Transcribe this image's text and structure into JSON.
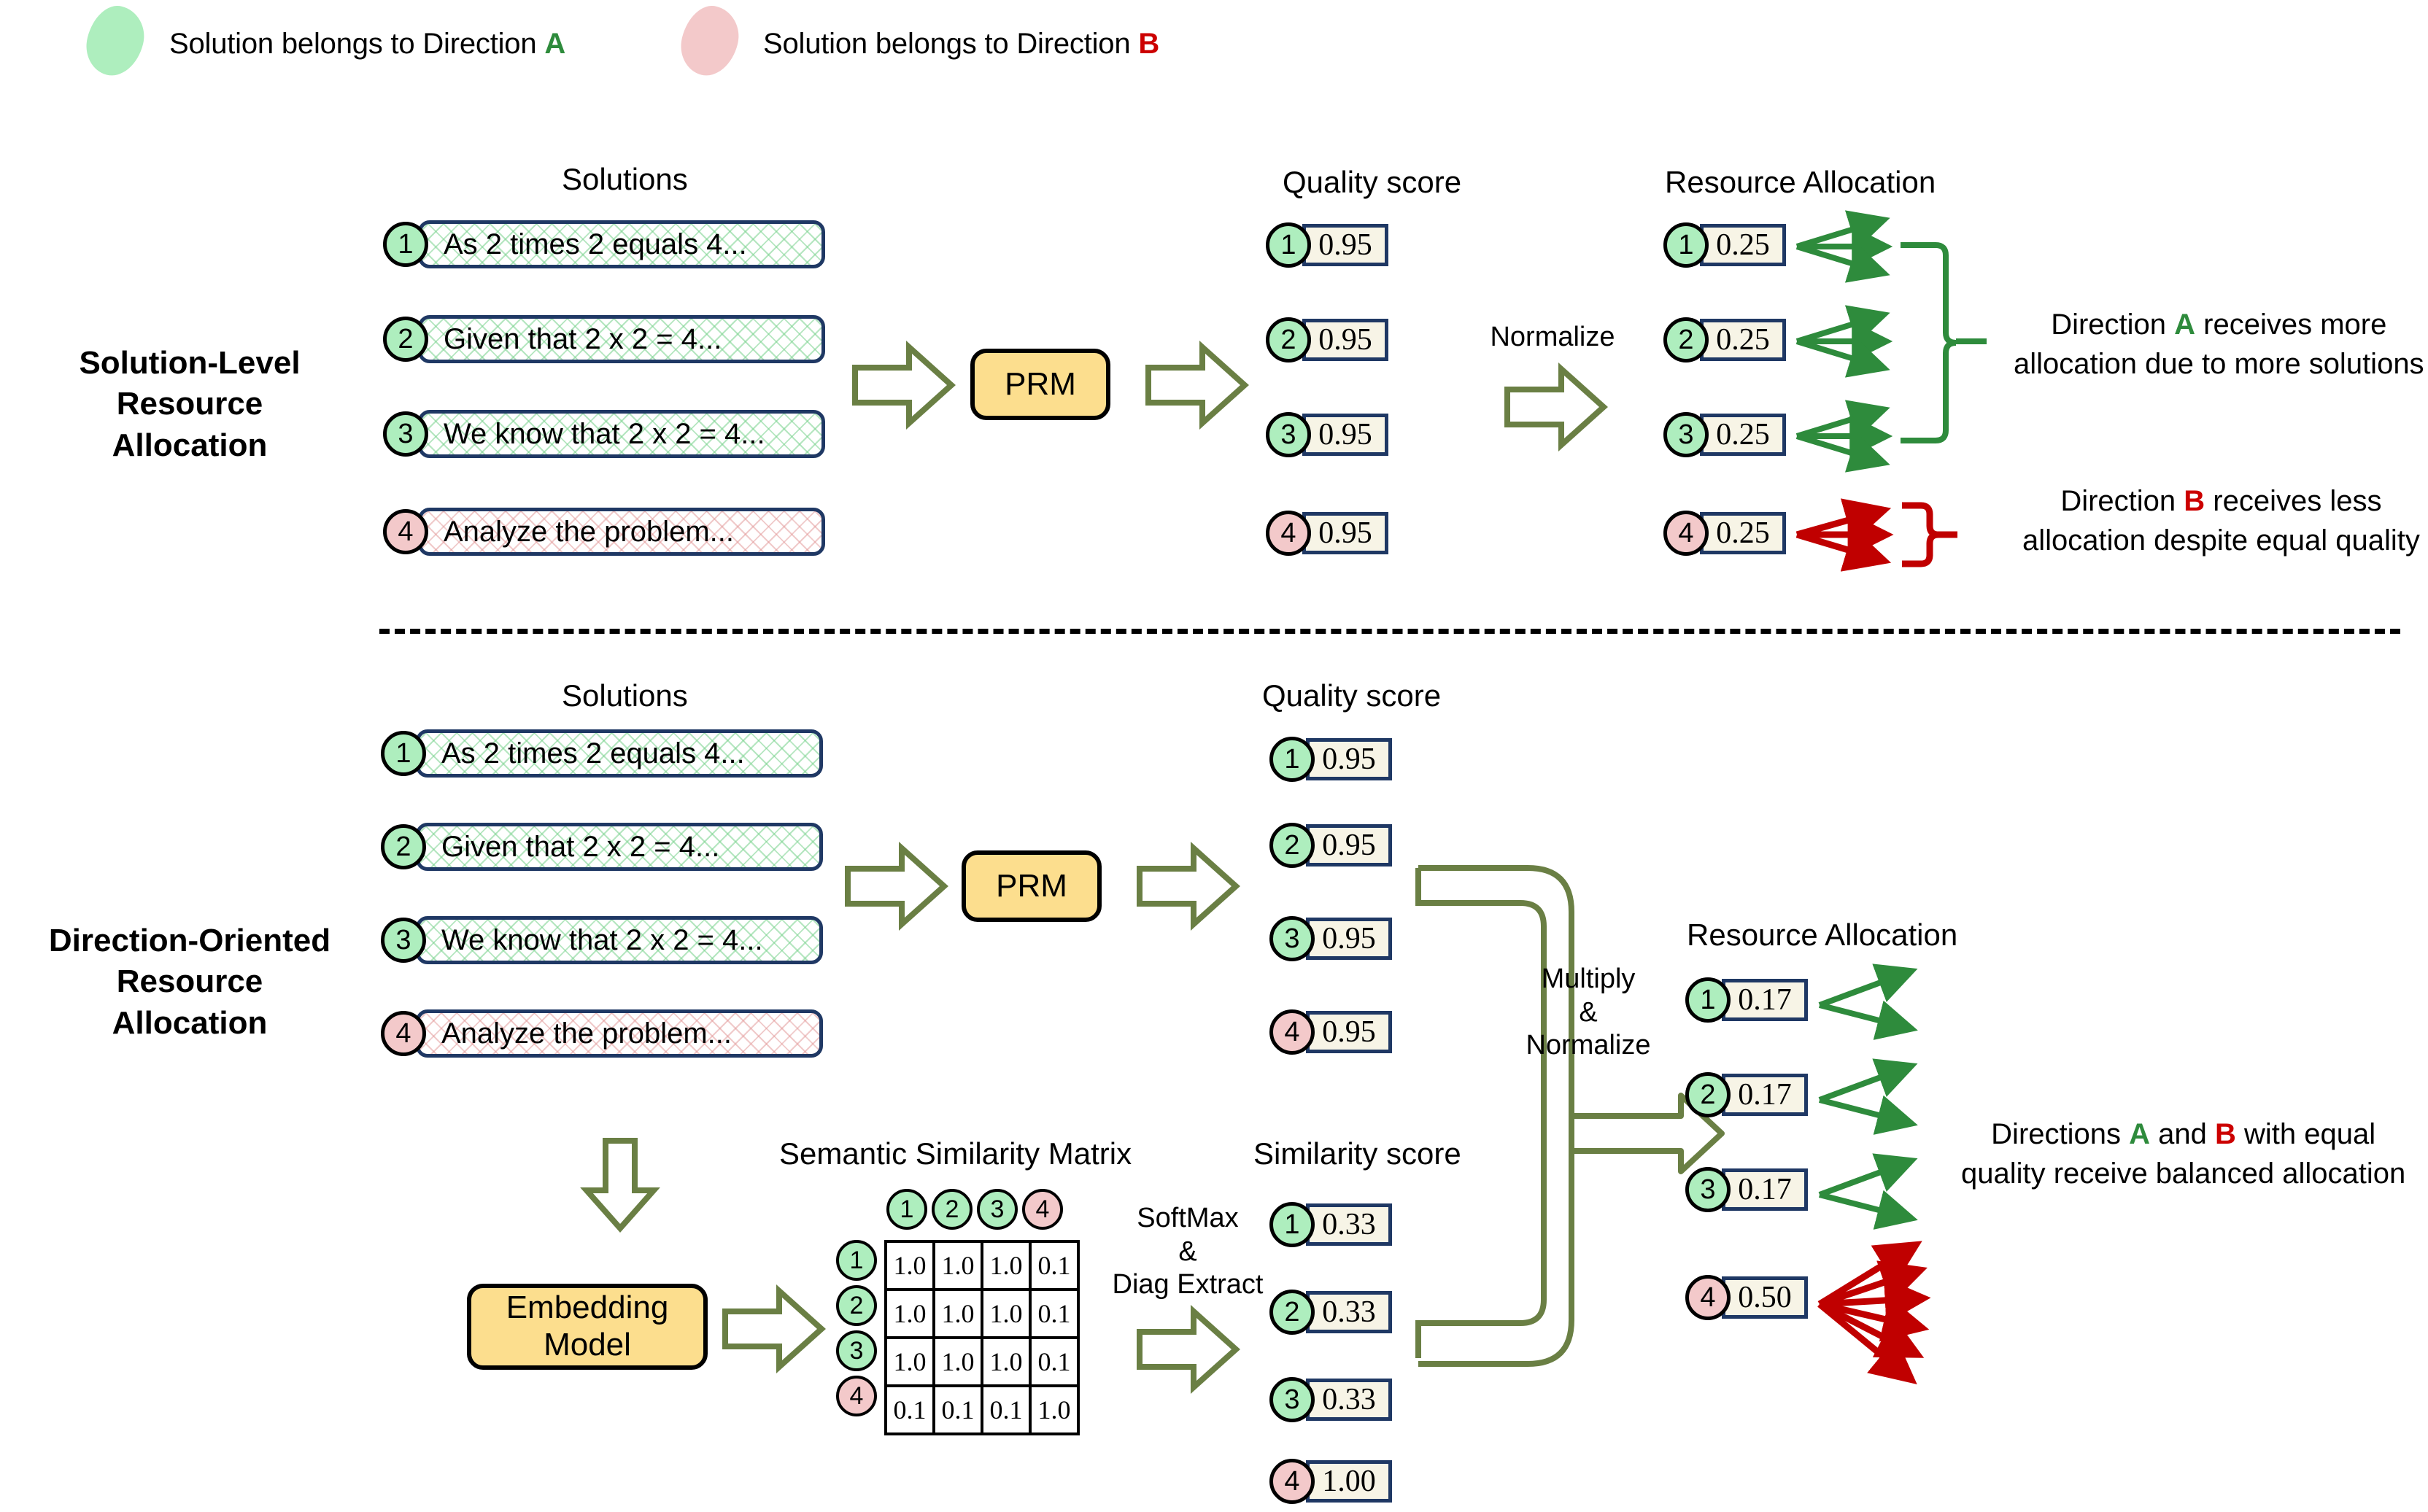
{
  "legend": {
    "items": [
      {
        "prefix": "Solution belongs to Direction ",
        "direction": "A",
        "color": "#2E8B3C",
        "swatch": "green"
      },
      {
        "prefix": "Solution belongs to Direction ",
        "direction": "B",
        "color": "#CC0000",
        "swatch": "pink"
      }
    ]
  },
  "colors": {
    "green_fill": "#AEEEBE",
    "pink_fill": "#F3C9CA",
    "direction_a": "#2E8B3C",
    "direction_b": "#CC0000",
    "arrow_green": "#2E8B3C",
    "arrow_red": "#C00000",
    "outline_blue": "#1F3864",
    "process_fill": "#FCDE8E",
    "value_fill": "#F7F4E6",
    "block_arrow": "#6A7F44"
  },
  "top": {
    "side_label_line1": "Solution-Level",
    "side_label_line2": "Resource Allocation",
    "headings": {
      "solutions": "Solutions",
      "quality": "Quality score",
      "resource": "Resource Allocation"
    },
    "solutions": [
      {
        "index": "1",
        "text": "As 2 times 2 equals 4...",
        "direction": "A"
      },
      {
        "index": "2",
        "text": "Given that 2 x 2 = 4...",
        "direction": "A"
      },
      {
        "index": "3",
        "text": "We know that 2 x 2 = 4...",
        "direction": "A"
      },
      {
        "index": "4",
        "text": "Analyze the problem...",
        "direction": "B"
      }
    ],
    "prm_label": "PRM",
    "quality_scores": [
      {
        "index": "1",
        "value": "0.95",
        "direction": "A"
      },
      {
        "index": "2",
        "value": "0.95",
        "direction": "A"
      },
      {
        "index": "3",
        "value": "0.95",
        "direction": "A"
      },
      {
        "index": "4",
        "value": "0.95",
        "direction": "B"
      }
    ],
    "normalize_label": "Normalize",
    "allocations": [
      {
        "index": "1",
        "value": "0.25",
        "direction": "A",
        "arrows": 3
      },
      {
        "index": "2",
        "value": "0.25",
        "direction": "A",
        "arrows": 3
      },
      {
        "index": "3",
        "value": "0.25",
        "direction": "A",
        "arrows": 3
      },
      {
        "index": "4",
        "value": "0.25",
        "direction": "B",
        "arrows": 3
      }
    ],
    "note_a_line1_pre": "Direction ",
    "note_a_dir": "A",
    "note_a_line1_post": " receives more",
    "note_a_line2": "allocation due to more solutions",
    "note_b_line1_pre": "Direction ",
    "note_b_dir": "B",
    "note_b_line1_post": " receives less",
    "note_b_line2": "allocation despite equal quality"
  },
  "bottom": {
    "side_label_line1": "Direction-Oriented",
    "side_label_line2": "Resource Allocation",
    "headings": {
      "solutions": "Solutions",
      "quality": "Quality score",
      "matrix": "Semantic Similarity Matrix",
      "similarity": "Similarity score",
      "resource": "Resource Allocation"
    },
    "solutions": [
      {
        "index": "1",
        "text": "As 2 times 2 equals 4...",
        "direction": "A"
      },
      {
        "index": "2",
        "text": "Given that 2 x 2 = 4...",
        "direction": "A"
      },
      {
        "index": "3",
        "text": "We know that 2 x 2 = 4...",
        "direction": "A"
      },
      {
        "index": "4",
        "text": "Analyze the problem...",
        "direction": "B"
      }
    ],
    "prm_label": "PRM",
    "embedding_label_line1": "Embedding",
    "embedding_label_line2": "Model",
    "quality_scores": [
      {
        "index": "1",
        "value": "0.95",
        "direction": "A"
      },
      {
        "index": "2",
        "value": "0.95",
        "direction": "A"
      },
      {
        "index": "3",
        "value": "0.95",
        "direction": "A"
      },
      {
        "index": "4",
        "value": "0.95",
        "direction": "B"
      }
    ],
    "matrix": {
      "col_headers": [
        {
          "label": "1",
          "direction": "A"
        },
        {
          "label": "2",
          "direction": "A"
        },
        {
          "label": "3",
          "direction": "A"
        },
        {
          "label": "4",
          "direction": "B"
        }
      ],
      "row_headers": [
        {
          "label": "1",
          "direction": "A"
        },
        {
          "label": "2",
          "direction": "A"
        },
        {
          "label": "3",
          "direction": "A"
        },
        {
          "label": "4",
          "direction": "B"
        }
      ],
      "rows": [
        [
          "1.0",
          "1.0",
          "1.0",
          "0.1"
        ],
        [
          "1.0",
          "1.0",
          "1.0",
          "0.1"
        ],
        [
          "1.0",
          "1.0",
          "1.0",
          "0.1"
        ],
        [
          "0.1",
          "0.1",
          "0.1",
          "1.0"
        ]
      ]
    },
    "softmax_label_line1": "SoftMax",
    "softmax_label_line2": "&",
    "softmax_label_line3": "Diag Extract",
    "similarity_scores": [
      {
        "index": "1",
        "value": "0.33",
        "direction": "A"
      },
      {
        "index": "2",
        "value": "0.33",
        "direction": "A"
      },
      {
        "index": "3",
        "value": "0.33",
        "direction": "A"
      },
      {
        "index": "4",
        "value": "1.00",
        "direction": "B"
      }
    ],
    "multiply_label_line1": "Multiply",
    "multiply_label_line2": "&",
    "multiply_label_line3": "Normalize",
    "allocations": [
      {
        "index": "1",
        "value": "0.17",
        "direction": "A",
        "arrows": 2
      },
      {
        "index": "2",
        "value": "0.17",
        "direction": "A",
        "arrows": 2
      },
      {
        "index": "3",
        "value": "0.17",
        "direction": "A",
        "arrows": 2
      },
      {
        "index": "4",
        "value": "0.50",
        "direction": "B",
        "arrows": 6
      }
    ],
    "note_line1_pre": "Directions ",
    "note_dir_a": "A",
    "note_line1_mid": " and ",
    "note_dir_b": "B",
    "note_line1_post": " with equal",
    "note_line2": "quality receive balanced allocation"
  }
}
